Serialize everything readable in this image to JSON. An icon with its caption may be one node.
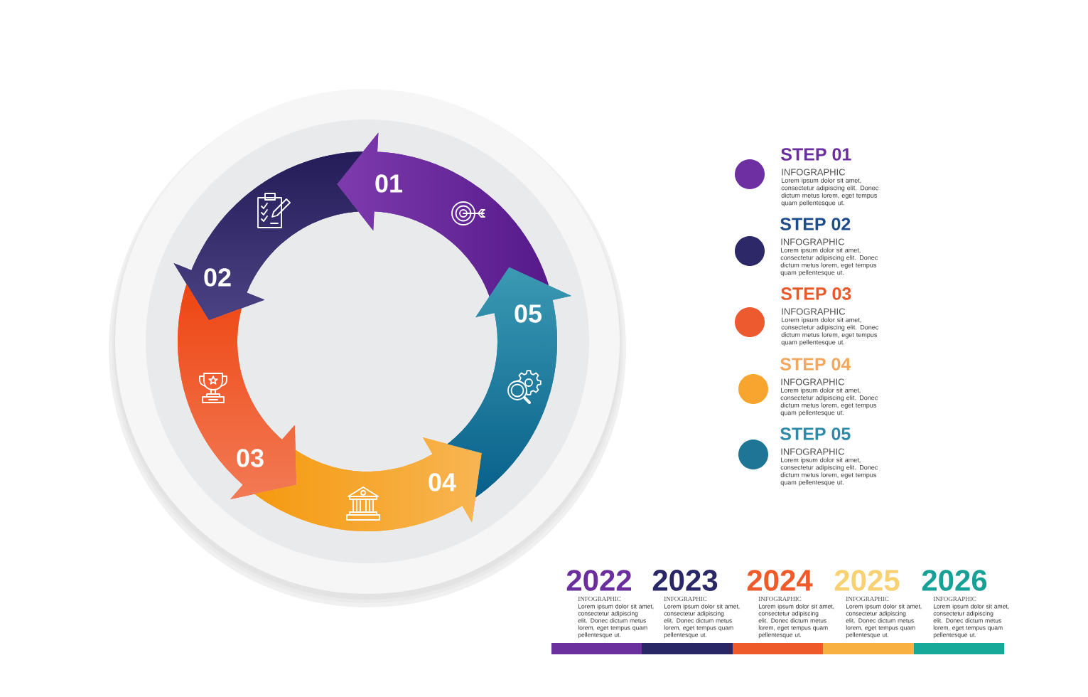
{
  "diagram": {
    "nodes": [
      {
        "text": [
          "01"
        ]
      },
      {
        "text": [
          "02"
        ]
      },
      {
        "text": [
          "03"
        ]
      },
      {
        "text": [
          "04"
        ]
      },
      {
        "text": [
          "05"
        ]
      },
      {
        "text": [],
        "shape": "circle",
        "beside": [
          "STEP 01",
          "INFOGRAPHIC",
          "Lorem ipsum dolor sit amet, consectetur adipiscing elit. Donec dictum metus lorem, eget tempus quam pellentesque ut."
        ]
      },
      {
        "text": [],
        "shape": "circle",
        "beside": [
          "STEP 02",
          "INFOGRAPHIC",
          "Lorem ipsum dolor sit amet, consectetur adipiscing elit. Donec dictum metus lorem, eget tempus quam pellentesque ut."
        ]
      },
      {
        "text": [],
        "shape": "circle",
        "beside": [
          "STEP 03",
          "INFOGRAPHIC",
          "Lorem ipsum dolor sit amet, consectetur adipiscing elit. Donec dictum metus lorem, eget tempus quam pellentesque ut."
        ]
      },
      {
        "text": [],
        "shape": "circle",
        "beside": [
          "STEP 04",
          "INFOGRAPHIC",
          "Lorem ipsum dolor sit amet, consectetur adipiscing elit. Donec dictum metus lorem, eget tempus quam pellentesque ut."
        ]
      },
      {
        "text": [],
        "shape": "circle",
        "beside": [
          "STEP 05",
          "INFOGRAPHIC",
          "Lorem ipsum dolor sit amet, consectetur adipiscing elit. Donec dictum metus lorem, eget tempus quam pellentesque ut."
        ]
      },
      {
        "text": [],
        "shape": "bar",
        "beside": [
          "2022",
          "INFOGRAPHIC",
          "Lorem ipsum dolor sit amet, consectetur adipiscing elit. Donec dictum metus lorem, eget tempus quam pellentesque ut."
        ]
      },
      {
        "text": [],
        "shape": "bar",
        "beside": [
          "2023",
          "INFOGRAPHIC",
          "Lorem ipsum dolor sit amet, consectetur adipiscing elit. Donec dictum metus lorem, eget tempus quam pellentesque ut."
        ]
      },
      {
        "text": [],
        "shape": "bar",
        "beside": [
          "2024",
          "INFOGRAPHIC",
          "Lorem ipsum dolor sit amet, consectetur adipiscing elit. Donec dictum metus lorem, eget tempus quam pellentesque ut."
        ]
      },
      {
        "text": [],
        "shape": "bar",
        "beside": [
          "2025",
          "INFOGRAPHIC",
          "Lorem ipsum dolor sit amet, consectetur adipiscing elit. Donec dictum metus lorem, eget tempus quam pellentesque ut."
        ]
      },
      {
        "text": [],
        "shape": "bar",
        "beside": [
          "2026",
          "INFOGRAPHIC",
          "Lorem ipsum dolor sit amet, consectetur adipiscing elit. Donec dictum metus lorem, eget tempus quam pellentesque ut."
        ]
      }
    ]
  }
}
